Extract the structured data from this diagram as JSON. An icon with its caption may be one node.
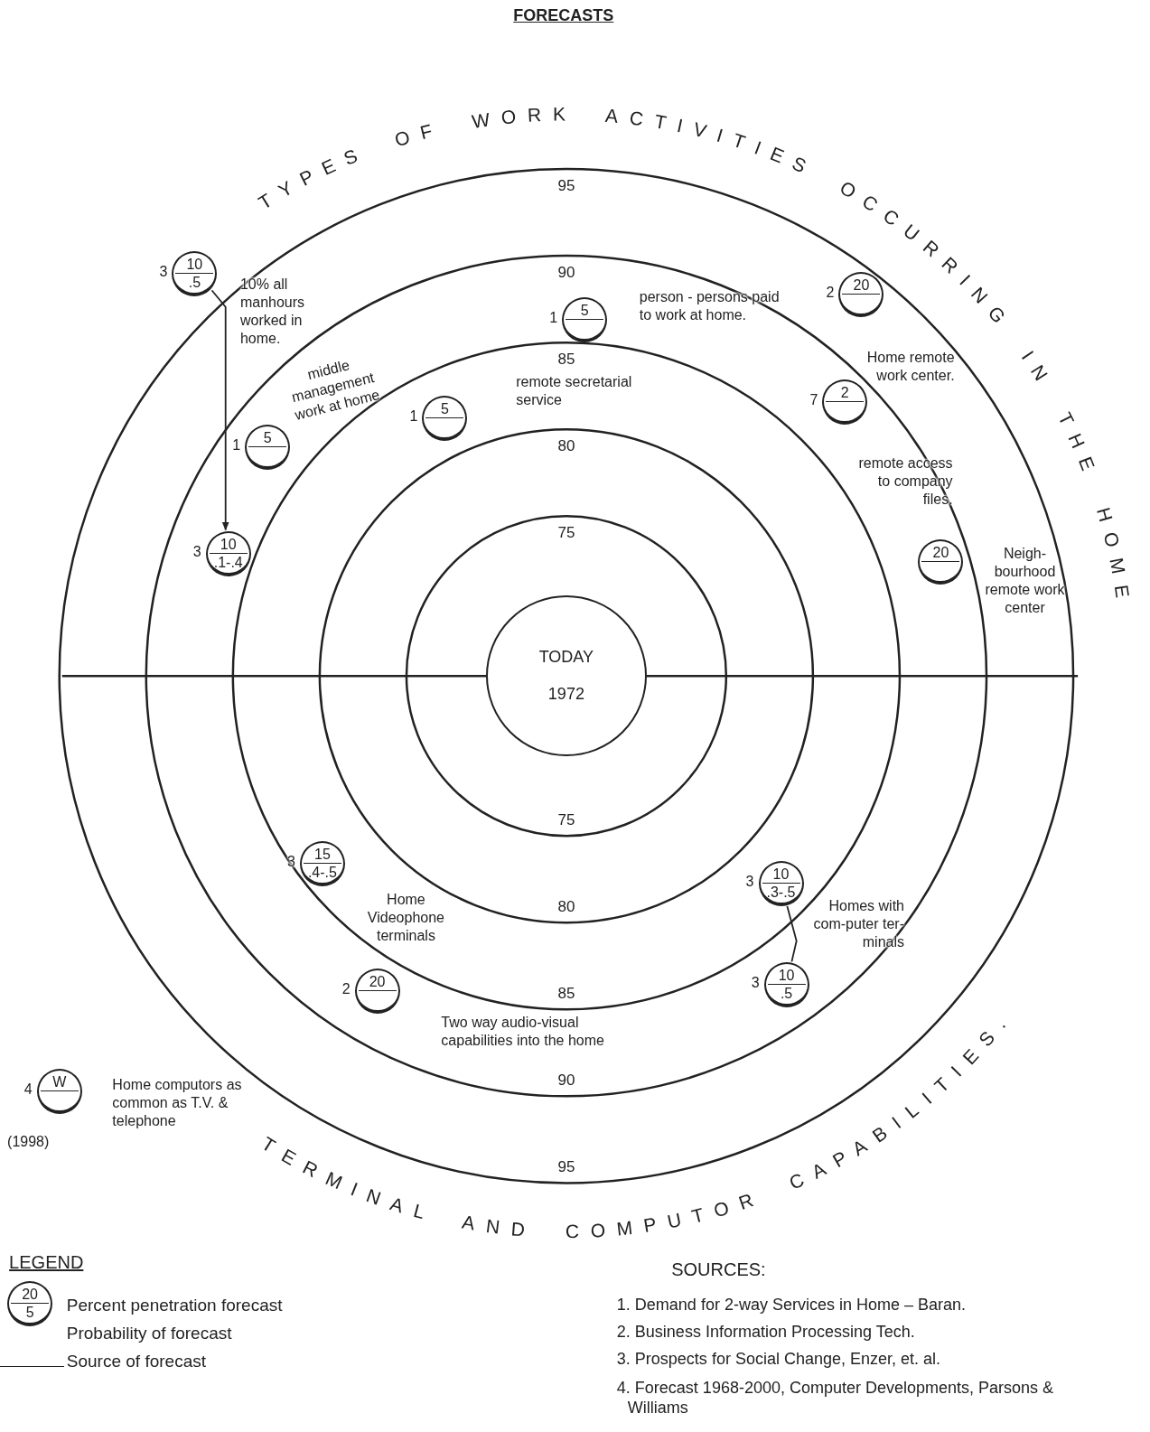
{
  "diagram": {
    "title": "FORECASTS",
    "nodes": [
      {
        "text": [
          "TODAY",
          "1972"
        ]
      },
      {
        "text": [
          "10",
          ".5"
        ],
        "beside": [
          "3",
          "10% all manhours worked in home."
        ]
      },
      {
        "text": [
          "5"
        ],
        "beside": [
          "1",
          "person - persons paid to work at home."
        ]
      },
      {
        "text": [
          "20"
        ],
        "beside": [
          "2"
        ]
      },
      {
        "text": [
          "5"
        ],
        "beside": [
          "1",
          "remote secretarial service"
        ]
      },
      {
        "text": [
          "2"
        ],
        "beside": [
          "7",
          "Home remote work center."
        ]
      },
      {
        "text": [
          "5"
        ],
        "beside": [
          "1",
          "middle management work at home"
        ]
      },
      {
        "text": [
          "10",
          ".1-.4"
        ],
        "beside": [
          "3"
        ]
      },
      {
        "text": [
          "20"
        ],
        "beside": [
          "Neigh-bourhood remote work center"
        ]
      },
      {
        "text": [
          "15",
          ".4-.5"
        ],
        "beside": [
          "3",
          "Home Videophone terminals"
        ]
      },
      {
        "text": [
          "10",
          ".3-.5"
        ],
        "beside": [
          "3"
        ]
      },
      {
        "text": [
          "10",
          ".5"
        ],
        "beside": [
          "3"
        ]
      },
      {
        "text": [
          "20"
        ],
        "beside": [
          "2",
          "Two way audio-visual capabilities into the home"
        ]
      },
      {
        "text": [
          "W"
        ],
        "beside": [
          "4",
          "Home computors as common as T.V. & telephone"
        ]
      }
    ],
    "edges": [
      {
        "from": 1,
        "to": 7,
        "arrow": "to"
      },
      {
        "from": 10,
        "to": 11,
        "arrow": "none"
      }
    ],
    "labels": [
      "TYPES OF WORK ACTIVITIES OCCURRING IN THE HOME",
      "95",
      "90",
      "85",
      "80",
      "remote access to company files.",
      "75",
      "75",
      "80",
      "Homes with com-puter ter-minals",
      "85",
      "90",
      "(1998)",
      "95",
      "TERMINAL AND COMPUTOR CAPABILITIES.",
      "LEGEND",
      "SOURCES:",
      "20",
      "5",
      "1. Demand for 2-way Services in Home – Baran.",
      "2. Business Information Processing Tech.",
      "3. Prospects for Social Change, Enzer, et. al.",
      "4. Forecast 1968-2000, Computer Developments, Parsons & Williams"
    ],
    "legend": [
      {
        "text": "Percent penetration forecast"
      },
      {
        "text": "Probability of forecast"
      },
      {
        "text": "Source of forecast"
      }
    ]
  }
}
